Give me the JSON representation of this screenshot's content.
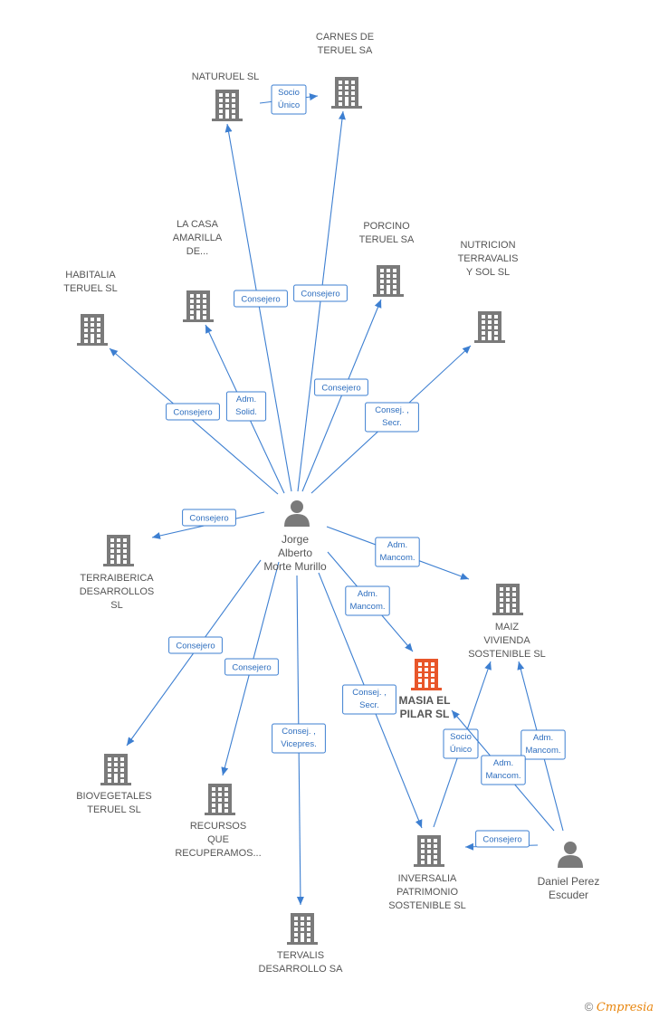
{
  "colors": {
    "edge": "#3d7fd1",
    "company": "#7a7a7a",
    "main_company": "#e8562a",
    "person": "#7a7a7a",
    "label": "#555555"
  },
  "companies": [
    {
      "id": "naturuel",
      "lines": [
        "NATURUEL  SL"
      ]
    },
    {
      "id": "carnes",
      "lines": [
        "CARNES DE",
        "TERUEL SA"
      ]
    },
    {
      "id": "lacasa",
      "lines": [
        "LA CASA",
        "AMARILLA",
        "DE..."
      ]
    },
    {
      "id": "porcino",
      "lines": [
        "PORCINO",
        "TERUEL SA"
      ]
    },
    {
      "id": "habitalia",
      "lines": [
        "HABITALIA",
        "TERUEL SL"
      ]
    },
    {
      "id": "nutricion",
      "lines": [
        "NUTRICION",
        "TERRAVALIS",
        "Y SOL  SL"
      ]
    },
    {
      "id": "terraiberica",
      "lines": [
        "TERRAIBERICA",
        "DESARROLLOS",
        "SL"
      ]
    },
    {
      "id": "maiz",
      "lines": [
        "MAIZ",
        "VIVIENDA",
        "SOSTENIBLE  SL"
      ]
    },
    {
      "id": "masia",
      "lines": [
        "MASIA EL",
        "PILAR  SL"
      ],
      "main": true
    },
    {
      "id": "biovegetales",
      "lines": [
        "BIOVEGETALES",
        "TERUEL  SL"
      ]
    },
    {
      "id": "recursos",
      "lines": [
        "RECURSOS",
        "QUE",
        "RECUPERAMOS..."
      ]
    },
    {
      "id": "inversalia",
      "lines": [
        "INVERSALIA",
        "PATRIMONIO",
        "SOSTENIBLE  SL"
      ]
    },
    {
      "id": "tervalis",
      "lines": [
        "TERVALIS",
        "DESARROLLO SA"
      ]
    }
  ],
  "persons": [
    {
      "id": "jorge",
      "lines": [
        "Jorge",
        "Alberto",
        "Morte Murillo"
      ]
    },
    {
      "id": "daniel",
      "lines": [
        "Daniel Perez",
        "Escuder"
      ]
    }
  ],
  "edges": [
    {
      "from": "naturuel",
      "to": "carnes",
      "label": [
        "Socio",
        "Único"
      ]
    },
    {
      "from": "jorge",
      "to": "naturuel",
      "label": [
        "Consejero"
      ]
    },
    {
      "from": "jorge",
      "to": "carnes",
      "label": [
        "Consejero"
      ]
    },
    {
      "from": "jorge",
      "to": "lacasa",
      "label": [
        "Adm.",
        "Solid."
      ]
    },
    {
      "from": "jorge",
      "to": "habitalia",
      "label": [
        "Consejero"
      ]
    },
    {
      "from": "jorge",
      "to": "porcino",
      "label": [
        "Consejero"
      ]
    },
    {
      "from": "jorge",
      "to": "nutricion",
      "label": [
        "Consej. ,",
        "Secr."
      ]
    },
    {
      "from": "jorge",
      "to": "terraiberica",
      "label": [
        "Consejero"
      ]
    },
    {
      "from": "jorge",
      "to": "maiz",
      "label": [
        "Adm.",
        "Mancom."
      ]
    },
    {
      "from": "jorge",
      "to": "masia",
      "label": [
        "Adm.",
        "Mancom."
      ]
    },
    {
      "from": "jorge",
      "to": "biovegetales",
      "label": [
        "Consejero"
      ]
    },
    {
      "from": "jorge",
      "to": "recursos",
      "label": [
        "Consejero"
      ]
    },
    {
      "from": "jorge",
      "to": "tervalis",
      "label": [
        "Consej. ,",
        "Vicepres."
      ]
    },
    {
      "from": "jorge",
      "to": "inversalia",
      "label": [
        "Consej. ,",
        "Secr."
      ]
    },
    {
      "from": "inversalia",
      "to": "maiz",
      "label": [
        "Socio",
        "Único"
      ]
    },
    {
      "from": "daniel",
      "to": "maiz",
      "label": [
        "Adm.",
        "Mancom."
      ]
    },
    {
      "from": "daniel",
      "to": "masia",
      "label": [
        "Adm.",
        "Mancom."
      ]
    },
    {
      "from": "daniel",
      "to": "inversalia",
      "label": [
        "Consejero"
      ]
    }
  ],
  "footer": {
    "copyright": "©",
    "brand_first": "C",
    "brand_rest": "mpresia"
  }
}
